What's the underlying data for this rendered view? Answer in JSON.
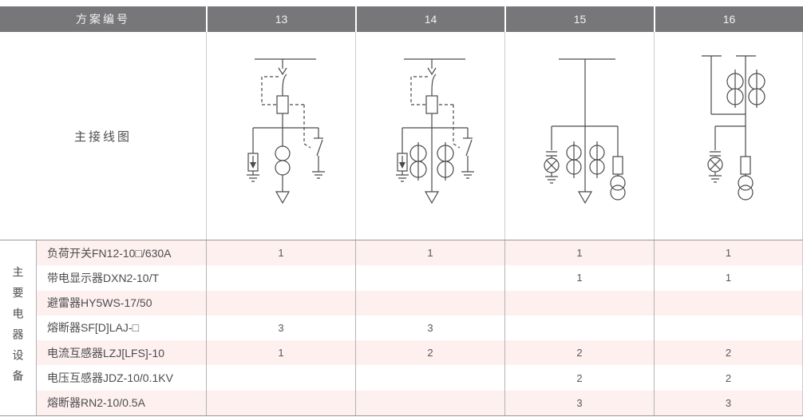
{
  "header": {
    "scheme_no_label": "方案编号",
    "schemes": [
      "13",
      "14",
      "15",
      "16"
    ]
  },
  "diagram_section": {
    "label": "主接线图",
    "diagrams": [
      {
        "scheme": "13",
        "components": [
          "busbar",
          "incoming-arrow",
          "load-switch",
          "dashed-interlock-linkage",
          "fuse",
          "arrester-with-earth",
          "current-transformer",
          "earthing-switch",
          "cable-outgoing-triangle"
        ]
      },
      {
        "scheme": "14",
        "components": [
          "busbar",
          "incoming-arrow",
          "load-switch",
          "dashed-interlock-linkage",
          "fuse",
          "arrester-with-earth",
          "current-transformer-pair",
          "earthing-switch",
          "cable-outgoing-triangle"
        ]
      },
      {
        "scheme": "15",
        "components": [
          "busbar",
          "live-display-lamp-with-earth",
          "current-transformer-pair",
          "fuse",
          "voltage-transformer",
          "cable-outgoing-triangle"
        ]
      },
      {
        "scheme": "16",
        "components": [
          "double-busbar",
          "current-transformer-pair",
          "tie-connection",
          "live-display-lamp-with-earth",
          "fuse",
          "voltage-transformer"
        ]
      }
    ]
  },
  "equipment": {
    "group_label": "主要电器设备",
    "columns": [
      "13",
      "14",
      "15",
      "16"
    ],
    "rows": [
      {
        "name": "负荷开关FN12-10□/630A",
        "values": [
          "1",
          "1",
          "1",
          "1"
        ]
      },
      {
        "name": "带电显示器DXN2-10/T",
        "values": [
          "",
          "",
          "1",
          "1"
        ]
      },
      {
        "name": "避雷器HY5WS-17/50",
        "values": [
          "",
          "",
          "",
          ""
        ]
      },
      {
        "name": "熔断器SF[D]LAJ-□",
        "values": [
          "3",
          "3",
          "",
          ""
        ]
      },
      {
        "name": "电流互感器LZJ[LFS]-10",
        "values": [
          "1",
          "2",
          "2",
          "2"
        ]
      },
      {
        "name": "电压互感器JDZ-10/0.1KV",
        "values": [
          "",
          "",
          "2",
          "2"
        ]
      },
      {
        "name": "熔断器RN2-10/0.5A",
        "values": [
          "",
          "",
          "3",
          "3"
        ]
      }
    ]
  },
  "colors": {
    "header_bg": "#77777a",
    "header_text": "#f2f2f2",
    "row_pink": "#fdf0ee",
    "text": "#4c4d4f",
    "grid_line": "#b3b3b3",
    "light_line": "#cccccc",
    "frame_line": "#9a9a9a",
    "diagram_stroke": "#4a4a4a"
  }
}
